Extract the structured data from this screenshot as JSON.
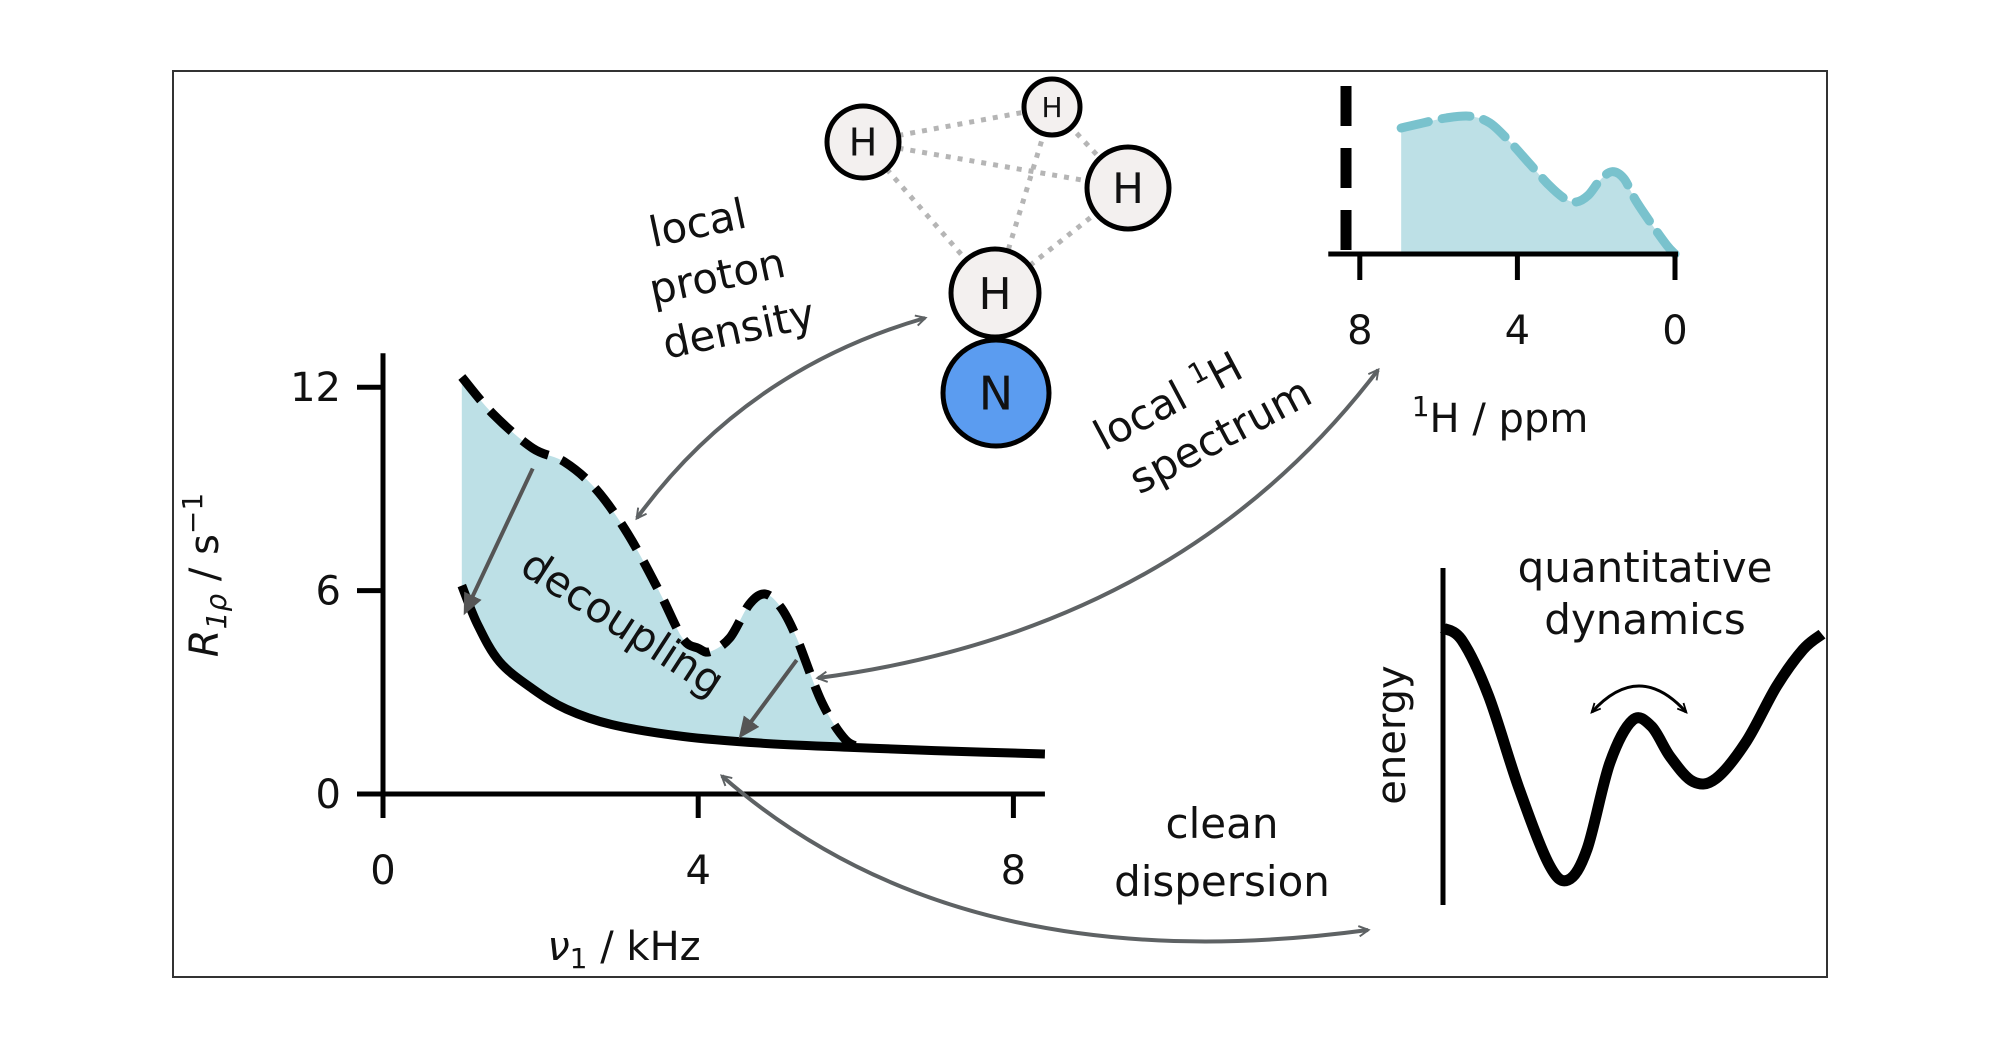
{
  "colors": {
    "fill_blue": "#bde0e6",
    "spectrum_dash": "#79c2cd",
    "nitrogen": "#5b9cf0",
    "hydrogen": "#f3f0ef",
    "arrow_gray": "#5e6264",
    "axis": "#000000",
    "bond_dotted": "#a9a9a9"
  },
  "annotations": {
    "proton_density": [
      "local",
      "proton",
      "density"
    ],
    "local_spectrum_line1": "local ",
    "local_spectrum_sup": "1",
    "local_spectrum_line1_end": "H",
    "local_spectrum_line2": "spectrum",
    "decoupling": "decoupling",
    "clean_dispersion": [
      "clean",
      "dispersion"
    ],
    "quantitative_dynamics": [
      "quantitative",
      "dynamics"
    ]
  },
  "molecule": {
    "atoms": [
      {
        "id": "h1",
        "label": "H",
        "element": "hydrogen"
      },
      {
        "id": "h2",
        "label": "H",
        "element": "hydrogen"
      },
      {
        "id": "h3",
        "label": "H",
        "element": "hydrogen"
      },
      {
        "id": "h4",
        "label": "H",
        "element": "hydrogen"
      },
      {
        "id": "n",
        "label": "N",
        "element": "nitrogen"
      }
    ],
    "dotted_contacts": [
      [
        "h1",
        "h2"
      ],
      [
        "h1",
        "h3"
      ],
      [
        "h1",
        "h4"
      ],
      [
        "h2",
        "h3"
      ],
      [
        "h2",
        "h4"
      ],
      [
        "h3",
        "h4"
      ]
    ]
  },
  "chart_data": [
    {
      "type": "area",
      "name": "relaxation-dispersion",
      "xlabel": "ν1 / kHz",
      "xlabel_main": "ν",
      "xlabel_sub": "1",
      "xlabel_rest": " / kHz",
      "ylabel_main": "R",
      "ylabel_sub": "1ρ",
      "ylabel_rest": " / s",
      "ylabel_sup": "−1",
      "xlim": [
        0,
        8.4
      ],
      "ylim": [
        0,
        13
      ],
      "xticks": [
        0,
        4,
        8
      ],
      "yticks": [
        0,
        6,
        12
      ],
      "grid": false,
      "series": [
        {
          "name": "coupled (dashed)",
          "style": "dashed",
          "x": [
            1.0,
            1.4,
            1.9,
            2.3,
            2.7,
            3.1,
            3.5,
            3.8,
            4.0,
            4.15,
            4.4,
            4.65,
            4.85,
            5.05,
            5.25,
            5.57,
            5.87,
            6.1
          ],
          "y": [
            12.3,
            11.2,
            10.2,
            9.8,
            9.0,
            7.7,
            6.0,
            4.6,
            4.3,
            4.2,
            4.6,
            5.6,
            5.9,
            5.5,
            4.6,
            2.7,
            1.6,
            1.38
          ]
        },
        {
          "name": "decoupled (solid)",
          "style": "solid",
          "x": [
            1.0,
            1.2,
            1.48,
            1.9,
            2.33,
            2.9,
            3.8,
            4.8,
            5.9,
            7.0,
            8.4
          ],
          "y": [
            6.15,
            5.0,
            3.9,
            3.1,
            2.5,
            2.05,
            1.7,
            1.5,
            1.38,
            1.28,
            1.18
          ]
        }
      ],
      "decoupling_arrows": [
        {
          "from": [
            1.9,
            9.6
          ],
          "to": [
            1.05,
            5.4
          ]
        },
        {
          "from": [
            5.25,
            3.95
          ],
          "to": [
            4.55,
            1.75
          ]
        }
      ]
    },
    {
      "type": "area",
      "name": "local-1H-spectrum",
      "xlabel_sup": "1",
      "xlabel_rest": "H / ppm",
      "xlim": [
        8.8,
        0
      ],
      "ylim": [
        0,
        1
      ],
      "xticks": [
        8,
        4,
        0
      ],
      "amide_marker_ppm": 8.35,
      "series": [
        {
          "name": "local spectrum",
          "style": "dashed",
          "x": [
            6.95,
            6.4,
            5.8,
            5.2,
            4.7,
            4.2,
            3.7,
            3.2,
            2.8,
            2.5,
            2.2,
            1.9,
            1.6,
            1.3,
            1.0,
            0.6,
            0.2,
            0.0
          ],
          "y": [
            0.75,
            0.78,
            0.81,
            0.82,
            0.78,
            0.67,
            0.54,
            0.41,
            0.33,
            0.31,
            0.35,
            0.44,
            0.49,
            0.45,
            0.32,
            0.18,
            0.05,
            0.0
          ]
        }
      ]
    },
    {
      "type": "line",
      "name": "energy-landscape",
      "ylabel": "energy",
      "series": [
        {
          "name": "free energy profile",
          "x": [
            0,
            0.05,
            0.12,
            0.2,
            0.28,
            0.33,
            0.38,
            0.44,
            0.5,
            0.55,
            0.6,
            0.66,
            0.72,
            0.8,
            0.88,
            0.95,
            1.0
          ],
          "y": [
            0.82,
            0.78,
            0.6,
            0.3,
            0.05,
            0.0,
            0.1,
            0.38,
            0.52,
            0.5,
            0.4,
            0.32,
            0.33,
            0.45,
            0.63,
            0.75,
            0.8
          ]
        }
      ]
    }
  ]
}
